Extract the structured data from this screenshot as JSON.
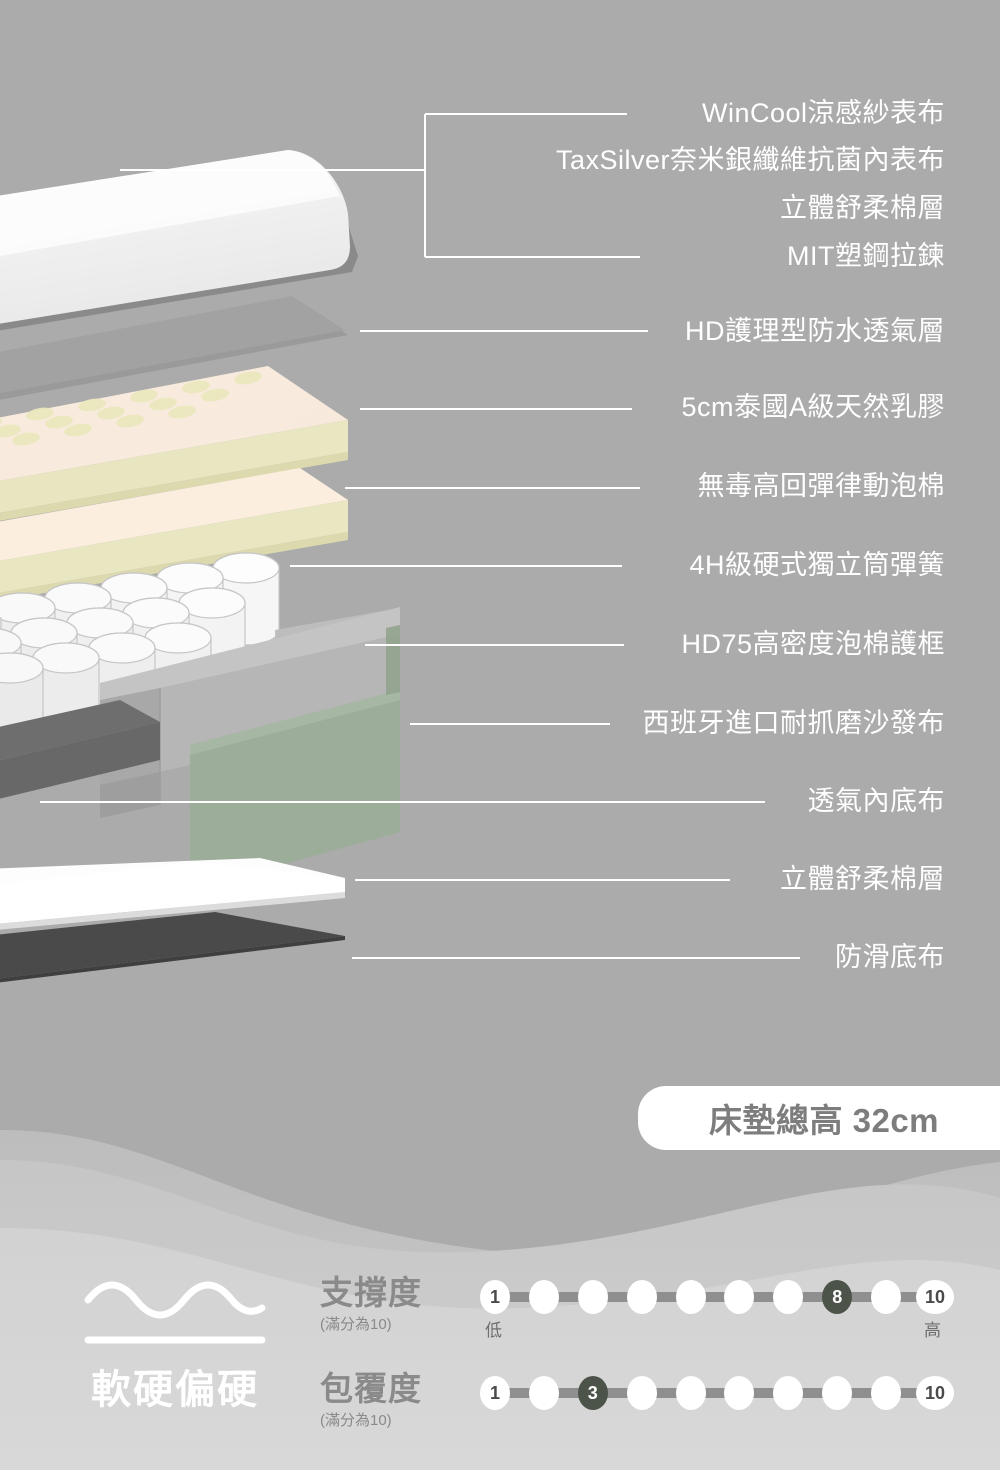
{
  "product": {
    "background_color": "#ababab",
    "accent_color": "#4c544a"
  },
  "layers": [
    {
      "id": "wincool",
      "label": "WinCool涼感紗表布"
    },
    {
      "id": "taxsilver",
      "label": "TaxSilver奈米銀纖維抗菌內表布"
    },
    {
      "id": "comfort-top",
      "label": "立體舒柔棉層"
    },
    {
      "id": "zipper",
      "label": "MIT塑鋼拉鍊"
    },
    {
      "id": "hd-waterproof",
      "label": "HD護理型防水透氣層"
    },
    {
      "id": "latex",
      "label": "5cm泰國A級天然乳膠"
    },
    {
      "id": "hr-foam",
      "label": "無毒高回彈律動泡棉"
    },
    {
      "id": "pocket-spring",
      "label": "4H級硬式獨立筒彈簧"
    },
    {
      "id": "foam-frame",
      "label": "HD75高密度泡棉護框"
    },
    {
      "id": "sofa-fabric",
      "label": "西班牙進口耐抓磨沙發布"
    },
    {
      "id": "inner-base",
      "label": "透氣內底布"
    },
    {
      "id": "comfort-bottom",
      "label": "立體舒柔棉層"
    },
    {
      "id": "anti-slip",
      "label": "防滑底布"
    }
  ],
  "total_height": {
    "text": "床墊總高 32cm"
  },
  "firmness": {
    "label": "軟硬偏硬",
    "icon": "wave-line-icon"
  },
  "ratings": [
    {
      "id": "support",
      "name": "支撐度",
      "sub": "(滿分為10)",
      "min": 1,
      "max": 10,
      "value": 8,
      "min_label": "低",
      "max_label": "高"
    },
    {
      "id": "coverage",
      "name": "包覆度",
      "sub": "(滿分為10)",
      "min": 1,
      "max": 10,
      "value": 3,
      "min_label": "",
      "max_label": ""
    }
  ]
}
